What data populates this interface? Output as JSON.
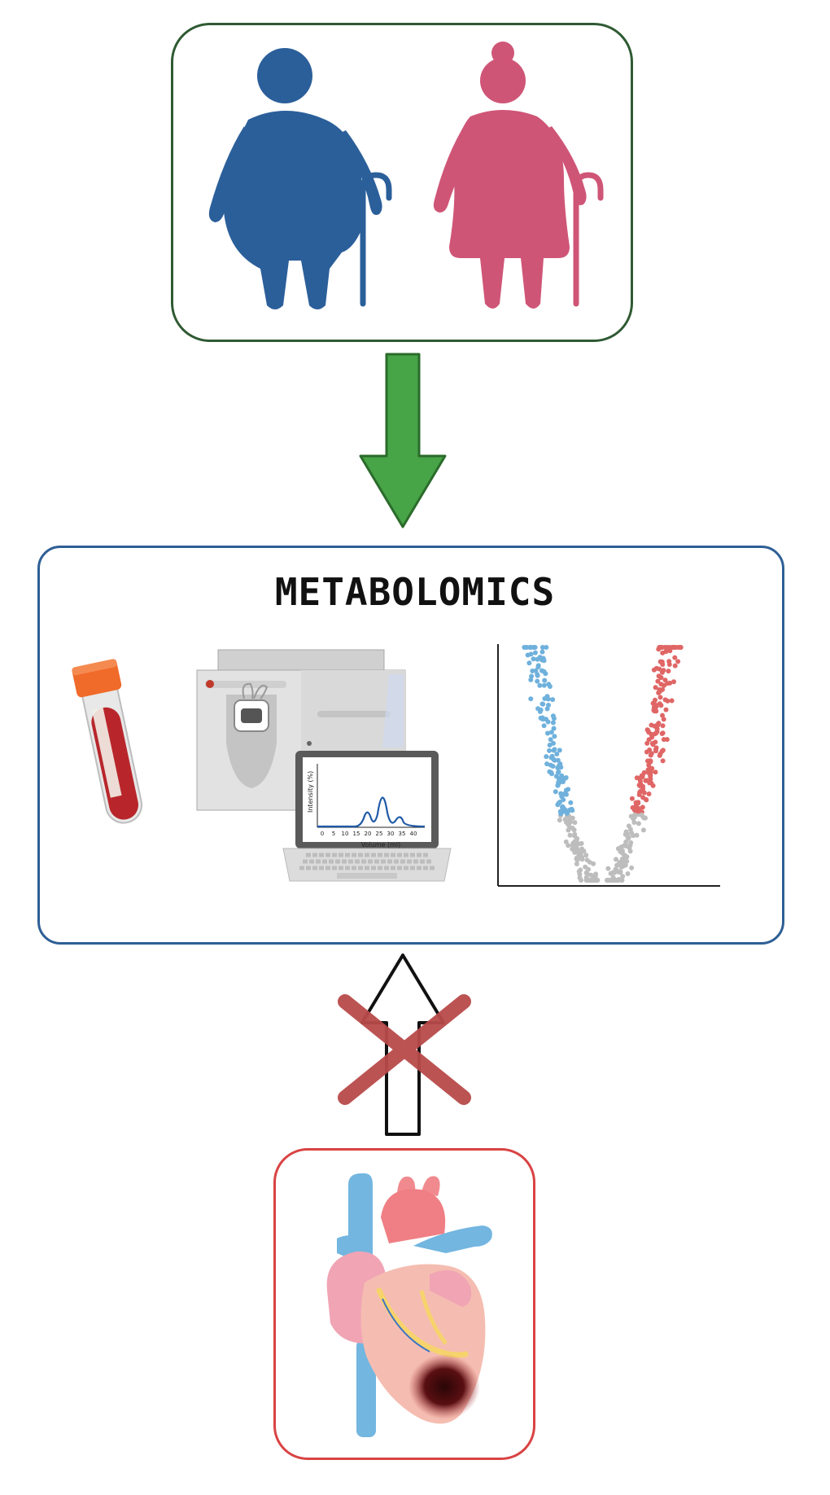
{
  "title": "METABOLOMICS",
  "colors": {
    "male": "#2b5f9a",
    "female": "#cf5577",
    "down_arrow": "#47a447",
    "cross": "#b94a4a",
    "top_border": "#2f5a33",
    "mid_border": "#2e5f96",
    "bottom_border": "#d94343"
  },
  "icons": [
    "elderly-obese-man-icon",
    "elderly-obese-woman-icon",
    "blood-tube-icon",
    "mass-spectrometer-icon",
    "laptop-icon",
    "volcano-plot-icon",
    "heart-icon"
  ],
  "chromatogram": {
    "ylabel": "Intensity (%)",
    "xlabel": "Volume (ml)",
    "ticks": [
      "0",
      "5",
      "10",
      "15",
      "20",
      "25",
      "30",
      "35",
      "40"
    ]
  }
}
